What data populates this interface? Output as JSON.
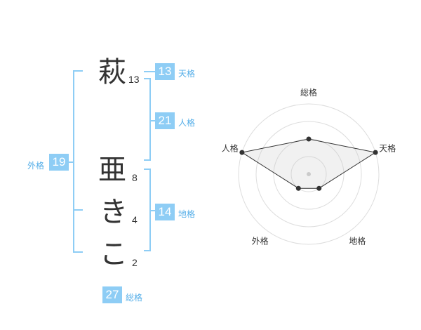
{
  "name": {
    "chars": [
      {
        "char": "萩",
        "strokes": "13"
      },
      {
        "char": "亜",
        "strokes": "8"
      },
      {
        "char": "き",
        "strokes": "4"
      },
      {
        "char": "こ",
        "strokes": "2"
      }
    ]
  },
  "fortune": {
    "tenkaku": {
      "value": "13",
      "label": "天格"
    },
    "jinkaku": {
      "value": "21",
      "label": "人格"
    },
    "chikaku": {
      "value": "14",
      "label": "地格"
    },
    "gaikaku": {
      "value": "19",
      "label": "外格"
    },
    "soukaku": {
      "value": "27",
      "label": "総格"
    }
  },
  "colors": {
    "accent": "#8ecdf5",
    "label": "#55aee8",
    "text": "#333333"
  },
  "chart_data": {
    "type": "radar",
    "axes": [
      "総格",
      "天格",
      "地格",
      "外格",
      "人格"
    ],
    "values": [
      2,
      4,
      1,
      1,
      4
    ],
    "range": [
      0,
      4
    ],
    "rings": 4,
    "grid": true
  }
}
